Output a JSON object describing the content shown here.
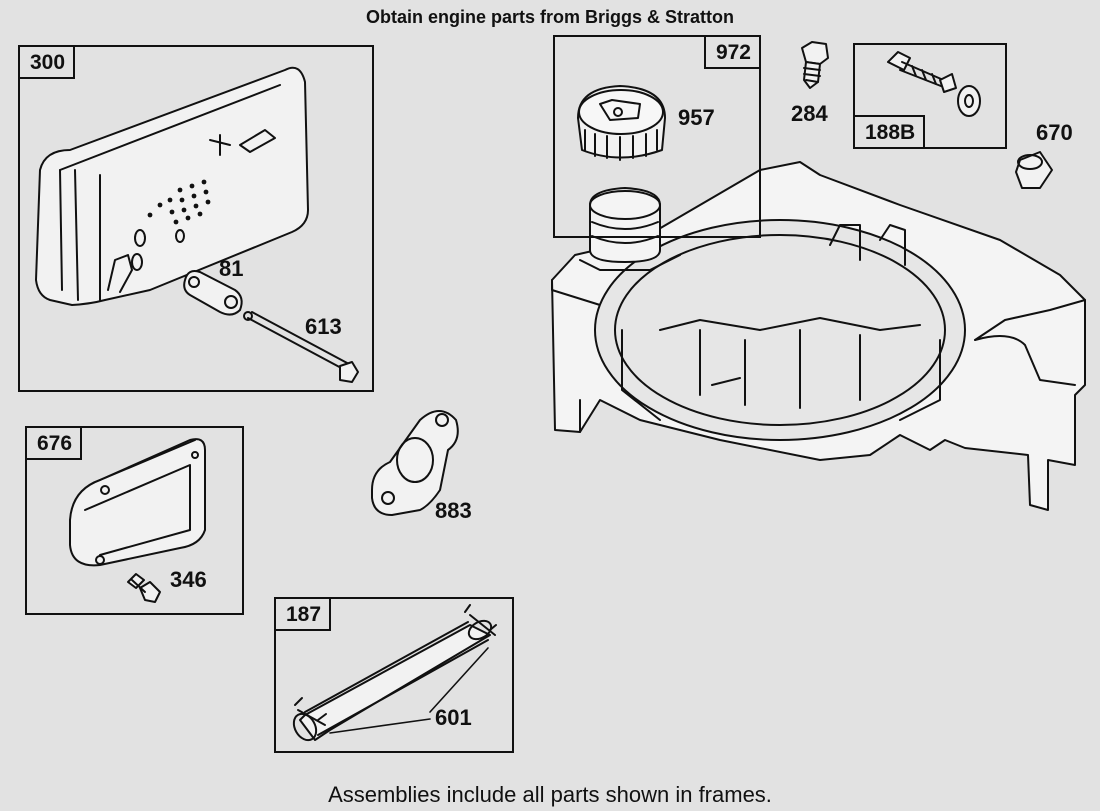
{
  "header": {
    "title": "Obtain engine parts from Briggs & Stratton"
  },
  "footer": {
    "note": "Assemblies include all parts shown in frames."
  },
  "frames": {
    "f300": "300",
    "f676": "676",
    "f187": "187",
    "f972": "972",
    "f188b": "188B"
  },
  "parts": {
    "p957": "957",
    "p284": "284",
    "p670": "670",
    "p81": "81",
    "p613": "613",
    "p346": "346",
    "p883": "883",
    "p601": "601"
  }
}
